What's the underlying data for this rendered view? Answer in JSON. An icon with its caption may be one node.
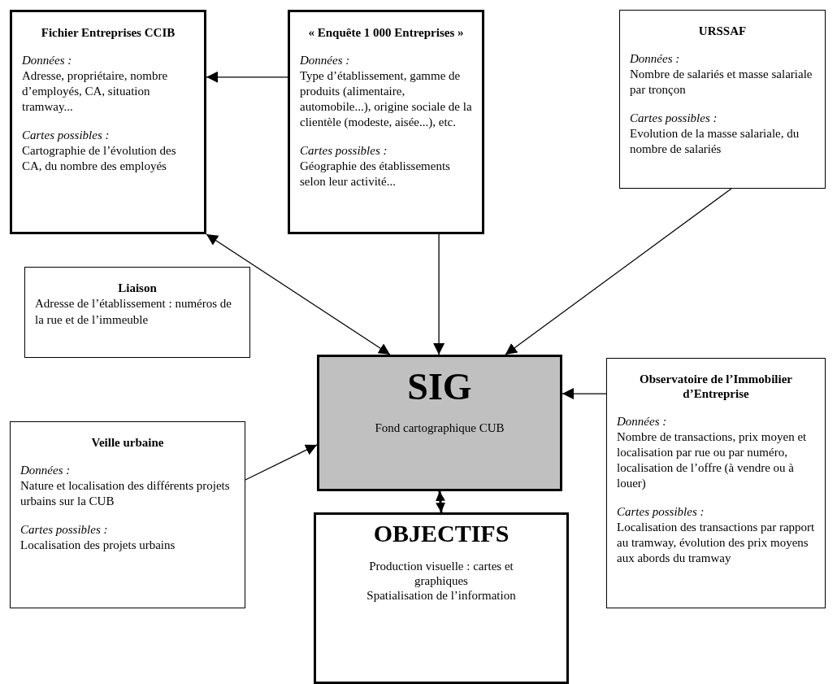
{
  "diagram": {
    "nodes": [
      {
        "text": [
          "Fichier Entreprises CCIB",
          "Données :",
          "Adresse, propriétaire, nombre d’employés, CA, situation tramway...",
          "Cartes possibles :",
          "Cartographie de l’évolution des CA, du nombre des employés"
        ]
      },
      {
        "text": [
          "« Enquête 1 000 Entreprises »",
          "Données :",
          "Type d’établissement, gamme de produits (alimentaire, automobile...), origine sociale de la clientèle (modeste, aisée...), etc.",
          "Cartes possibles :",
          "Géographie des établissements selon leur activité..."
        ]
      },
      {
        "text": [
          "URSSAF",
          "Données :",
          "Nombre de salariés et masse salariale par tronçon",
          "Cartes possibles :",
          "Evolution de la masse salariale, du nombre de salariés"
        ]
      },
      {
        "text": [
          "Liaison",
          "Adresse de l’établissement : numéros de la rue et de l’immeuble"
        ]
      },
      {
        "text": [
          "SIG",
          "Fond cartographique CUB"
        ]
      },
      {
        "text": [
          "Observatoire de l’Immobilier d’Entreprise",
          "Données :",
          "Nombre de transactions, prix moyen et localisation par rue ou par numéro, localisation de l’offre (à vendre ou à louer)",
          "Cartes possibles :",
          "Localisation des transactions par rapport au tramway, évolution des prix moyens aux abords du tramway"
        ]
      },
      {
        "text": [
          "Veille urbaine",
          "Données :",
          "Nature et localisation des différents projets urbains sur la CUB",
          "Cartes possibles :",
          "Localisation des projets urbains"
        ]
      },
      {
        "text": [
          "OBJECTIFS",
          "Production visuelle : cartes et graphiques",
          "Spatialisation de l’information"
        ]
      }
    ],
    "edges": [
      {
        "from": 1,
        "to": 0,
        "arrow": "to"
      },
      {
        "from": 0,
        "to": 4,
        "arrow": "both"
      },
      {
        "from": 1,
        "to": 4,
        "arrow": "to"
      },
      {
        "from": 2,
        "to": 4,
        "arrow": "to"
      },
      {
        "from": 5,
        "to": 4,
        "arrow": "to"
      },
      {
        "from": 6,
        "to": 4,
        "arrow": "to"
      },
      {
        "from": 4,
        "to": 7,
        "arrow": "both",
        "style": "thick"
      }
    ]
  }
}
